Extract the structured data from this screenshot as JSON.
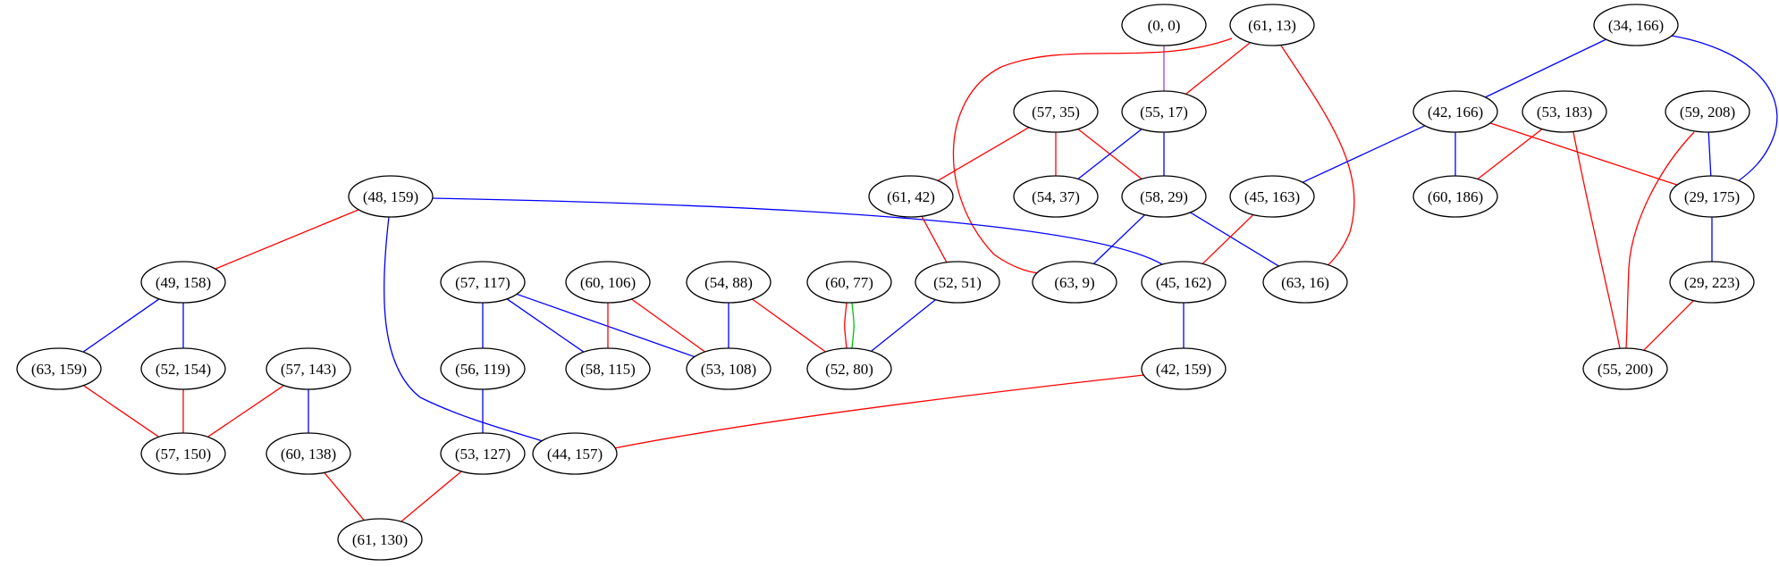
{
  "graph": {
    "nodes": [
      {
        "id": "n_0_0",
        "label": "(0, 0)"
      },
      {
        "id": "n_61_13",
        "label": "(61, 13)"
      },
      {
        "id": "n_34_166",
        "label": "(34, 166)"
      },
      {
        "id": "n_57_35",
        "label": "(57, 35)"
      },
      {
        "id": "n_55_17",
        "label": "(55, 17)"
      },
      {
        "id": "n_42_166",
        "label": "(42, 166)"
      },
      {
        "id": "n_53_183",
        "label": "(53, 183)"
      },
      {
        "id": "n_59_208",
        "label": "(59, 208)"
      },
      {
        "id": "n_48_159",
        "label": "(48, 159)"
      },
      {
        "id": "n_61_42",
        "label": "(61, 42)"
      },
      {
        "id": "n_54_37",
        "label": "(54, 37)"
      },
      {
        "id": "n_58_29",
        "label": "(58, 29)"
      },
      {
        "id": "n_45_163",
        "label": "(45, 163)"
      },
      {
        "id": "n_60_186",
        "label": "(60, 186)"
      },
      {
        "id": "n_29_175",
        "label": "(29, 175)"
      },
      {
        "id": "n_49_158",
        "label": "(49, 158)"
      },
      {
        "id": "n_57_117",
        "label": "(57, 117)"
      },
      {
        "id": "n_60_106",
        "label": "(60, 106)"
      },
      {
        "id": "n_54_88",
        "label": "(54, 88)"
      },
      {
        "id": "n_60_77",
        "label": "(60, 77)"
      },
      {
        "id": "n_52_51",
        "label": "(52, 51)"
      },
      {
        "id": "n_63_9",
        "label": "(63, 9)"
      },
      {
        "id": "n_45_162",
        "label": "(45, 162)"
      },
      {
        "id": "n_63_16",
        "label": "(63, 16)"
      },
      {
        "id": "n_29_223",
        "label": "(29, 223)"
      },
      {
        "id": "n_63_159",
        "label": "(63, 159)"
      },
      {
        "id": "n_52_154",
        "label": "(52, 154)"
      },
      {
        "id": "n_57_143",
        "label": "(57, 143)"
      },
      {
        "id": "n_56_119",
        "label": "(56, 119)"
      },
      {
        "id": "n_58_115",
        "label": "(58, 115)"
      },
      {
        "id": "n_53_108",
        "label": "(53, 108)"
      },
      {
        "id": "n_52_80",
        "label": "(52, 80)"
      },
      {
        "id": "n_42_159",
        "label": "(42, 159)"
      },
      {
        "id": "n_55_200",
        "label": "(55, 200)"
      },
      {
        "id": "n_57_150",
        "label": "(57, 150)"
      },
      {
        "id": "n_60_138",
        "label": "(60, 138)"
      },
      {
        "id": "n_53_127",
        "label": "(53, 127)"
      },
      {
        "id": "n_44_157",
        "label": "(44, 157)"
      },
      {
        "id": "n_61_130",
        "label": "(61, 130)"
      }
    ],
    "edges": [
      {
        "from": "n_0_0",
        "to": "n_55_17",
        "color": "#a040d0"
      },
      {
        "from": "n_61_13",
        "to": "n_55_17",
        "color": "#ff0000"
      },
      {
        "from": "n_61_13",
        "to": "n_63_9",
        "color": "#ff0000"
      },
      {
        "from": "n_61_13",
        "to": "n_63_16",
        "color": "#ff0000"
      },
      {
        "from": "n_34_166",
        "to": "n_42_166",
        "color": "#0000ff"
      },
      {
        "from": "n_34_166",
        "to": "n_29_175",
        "color": "#0000ff"
      },
      {
        "from": "n_57_35",
        "to": "n_61_42",
        "color": "#ff0000"
      },
      {
        "from": "n_57_35",
        "to": "n_54_37",
        "color": "#ff0000"
      },
      {
        "from": "n_57_35",
        "to": "n_58_29",
        "color": "#ff0000"
      },
      {
        "from": "n_55_17",
        "to": "n_54_37",
        "color": "#0000ff"
      },
      {
        "from": "n_55_17",
        "to": "n_58_29",
        "color": "#0000ff"
      },
      {
        "from": "n_42_166",
        "to": "n_45_163",
        "color": "#0000ff"
      },
      {
        "from": "n_42_166",
        "to": "n_60_186",
        "color": "#0000ff"
      },
      {
        "from": "n_42_166",
        "to": "n_29_175",
        "color": "#ff0000"
      },
      {
        "from": "n_53_183",
        "to": "n_60_186",
        "color": "#ff0000"
      },
      {
        "from": "n_53_183",
        "to": "n_55_200",
        "color": "#ff0000"
      },
      {
        "from": "n_59_208",
        "to": "n_29_175",
        "color": "#0000ff"
      },
      {
        "from": "n_59_208",
        "to": "n_55_200",
        "color": "#ff0000"
      },
      {
        "from": "n_48_159",
        "to": "n_49_158",
        "color": "#ff0000"
      },
      {
        "from": "n_48_159",
        "to": "n_45_162",
        "color": "#0000ff"
      },
      {
        "from": "n_48_159",
        "to": "n_44_157",
        "color": "#0000ff"
      },
      {
        "from": "n_61_42",
        "to": "n_52_51",
        "color": "#ff0000"
      },
      {
        "from": "n_58_29",
        "to": "n_63_9",
        "color": "#0000ff"
      },
      {
        "from": "n_58_29",
        "to": "n_63_16",
        "color": "#0000ff"
      },
      {
        "from": "n_45_163",
        "to": "n_45_162",
        "color": "#ff0000"
      },
      {
        "from": "n_29_175",
        "to": "n_29_223",
        "color": "#0000ff"
      },
      {
        "from": "n_49_158",
        "to": "n_63_159",
        "color": "#0000ff"
      },
      {
        "from": "n_49_158",
        "to": "n_52_154",
        "color": "#0000ff"
      },
      {
        "from": "n_57_117",
        "to": "n_56_119",
        "color": "#0000ff"
      },
      {
        "from": "n_57_117",
        "to": "n_58_115",
        "color": "#0000ff"
      },
      {
        "from": "n_57_117",
        "to": "n_53_108",
        "color": "#0000ff"
      },
      {
        "from": "n_60_106",
        "to": "n_58_115",
        "color": "#ff0000"
      },
      {
        "from": "n_60_106",
        "to": "n_53_108",
        "color": "#ff0000"
      },
      {
        "from": "n_54_88",
        "to": "n_53_108",
        "color": "#0000ff"
      },
      {
        "from": "n_54_88",
        "to": "n_52_80",
        "color": "#ff0000"
      },
      {
        "from": "n_60_77",
        "to": "n_52_80",
        "color": "#ff0000"
      },
      {
        "from": "n_60_77",
        "to": "n_52_80",
        "color": "#00c000"
      },
      {
        "from": "n_52_51",
        "to": "n_52_80",
        "color": "#0000ff"
      },
      {
        "from": "n_45_162",
        "to": "n_42_159",
        "color": "#0000ff"
      },
      {
        "from": "n_29_223",
        "to": "n_55_200",
        "color": "#ff0000"
      },
      {
        "from": "n_63_159",
        "to": "n_57_150",
        "color": "#ff0000"
      },
      {
        "from": "n_52_154",
        "to": "n_57_150",
        "color": "#ff0000"
      },
      {
        "from": "n_57_143",
        "to": "n_57_150",
        "color": "#ff0000"
      },
      {
        "from": "n_57_143",
        "to": "n_60_138",
        "color": "#0000ff"
      },
      {
        "from": "n_56_119",
        "to": "n_53_127",
        "color": "#0000ff"
      },
      {
        "from": "n_42_159",
        "to": "n_44_157",
        "color": "#ff0000"
      },
      {
        "from": "n_60_138",
        "to": "n_61_130",
        "color": "#ff0000"
      },
      {
        "from": "n_53_127",
        "to": "n_61_130",
        "color": "#ff0000"
      }
    ]
  }
}
